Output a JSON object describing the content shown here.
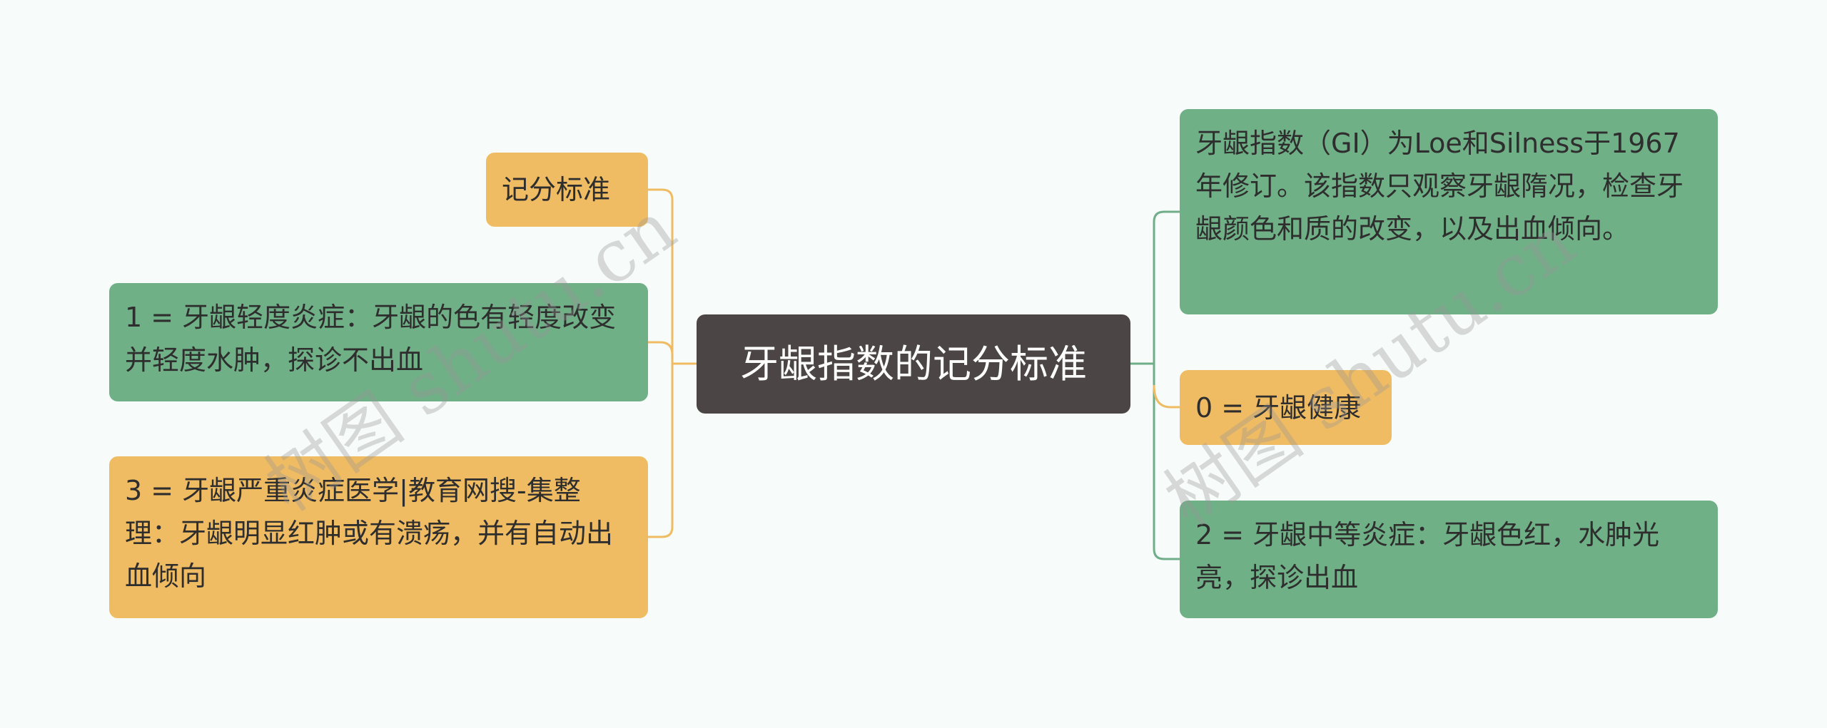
{
  "center": {
    "label": "牙龈指数的记分标准"
  },
  "left": [
    {
      "label": "记分标准",
      "color": "#f0bc63"
    },
    {
      "label": "1 = 牙龈轻度炎症：牙龈的色有轻度改变并轻度水肿，探诊不出血",
      "color": "#70b087"
    },
    {
      "label": "3 = 牙龈严重炎症医学|教育网搜-集整理：牙龈明显红肿或有溃疡，并有自动出血倾向",
      "color": "#f0bc63"
    }
  ],
  "right": [
    {
      "label": "牙龈指数（GI）为Loe和Silness于1967年修订。该指数只观察牙龈隋况，检查牙龈颜色和质的改变，以及出血倾向。",
      "color": "#70b087"
    },
    {
      "label": "0 = 牙龈健康",
      "color": "#f0bc63"
    },
    {
      "label": "2 = 牙龈中等炎症：牙龈色红，水肿光亮，探诊出血",
      "color": "#70b087"
    }
  ],
  "watermark": "树图 shutu.cn"
}
